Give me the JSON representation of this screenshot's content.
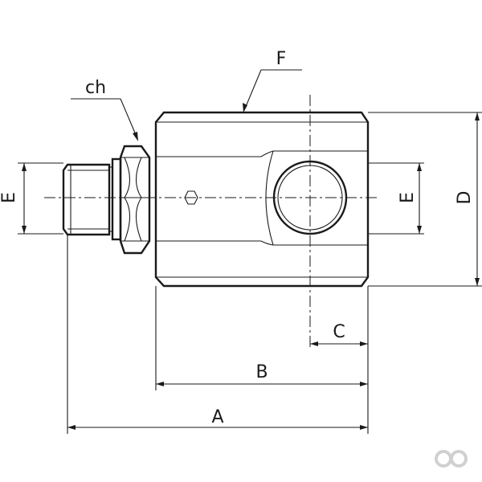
{
  "labels": {
    "dim_a": "A",
    "dim_b": "B",
    "dim_c": "C",
    "dim_d": "D",
    "dim_e_left": "E",
    "dim_e_right": "E",
    "callout_f": "F",
    "callout_ch": "ch"
  },
  "colors": {
    "line": "#1a1a1a",
    "logo": "#d0d0d0"
  }
}
